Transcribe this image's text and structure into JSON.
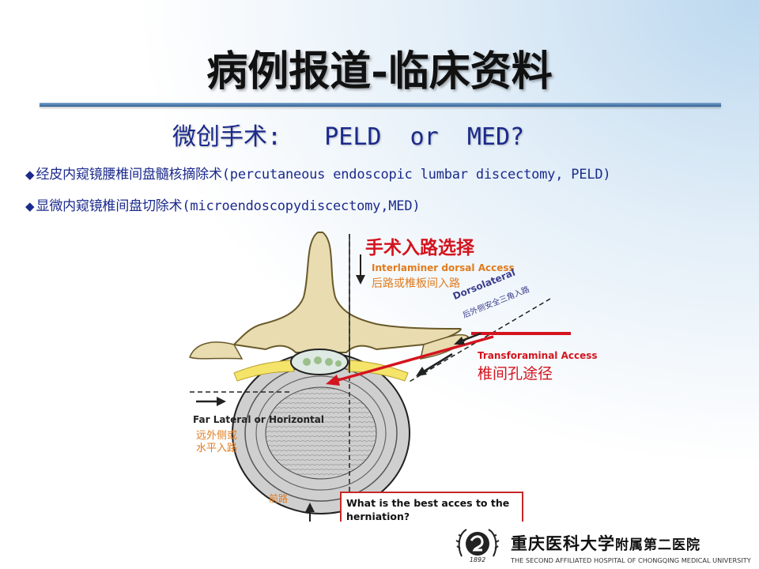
{
  "slide": {
    "title": "病例报道-临床资料",
    "subtitle": "微创手术:   PELD  or  MED?",
    "bullets": [
      {
        "marker": "◆",
        "text": "经皮内窥镜腰椎间盘髓核摘除术(percutaneous endoscopic lumbar discectomy, PELD)"
      },
      {
        "marker": "◆",
        "text": "显微内窥镜椎间盘切除术(microendoscopydiscectomy,MED)"
      }
    ]
  },
  "figure": {
    "heading": "手术入路选择",
    "interlaminar_en": "Interlaminer dorsal Access",
    "interlaminar_cn": "后路或椎板间入路",
    "dorsolateral_en": "Dorsolateral",
    "dorsolateral_cn": "后外侧安全三角入路",
    "transforaminal_en": "Transforaminal Access",
    "transforaminal_cn": "椎间孔途径",
    "far_lateral_en": "Far Lateral or Horizontal",
    "far_lateral_cn_1": "远外侧或",
    "far_lateral_cn_2": "水平入路",
    "anterior_cn": "前路",
    "question": "What is the best acces to the\nherniation?"
  },
  "logo": {
    "name_cn": "重庆医科大学",
    "name_cn_small": "附属第二医院",
    "name_en": "THE SECOND AFFILIATED HOSPITAL OF CHONGQING MEDICAL UNIVERSITY",
    "year": "1892"
  },
  "colors": {
    "title": "#111111",
    "accent_blue": "#1b2a8c",
    "rule": "#2f5f94",
    "red": "#d4141e",
    "orange": "#e07b1e",
    "bone": "#e8dcb0",
    "nerve": "#f5e46a"
  }
}
